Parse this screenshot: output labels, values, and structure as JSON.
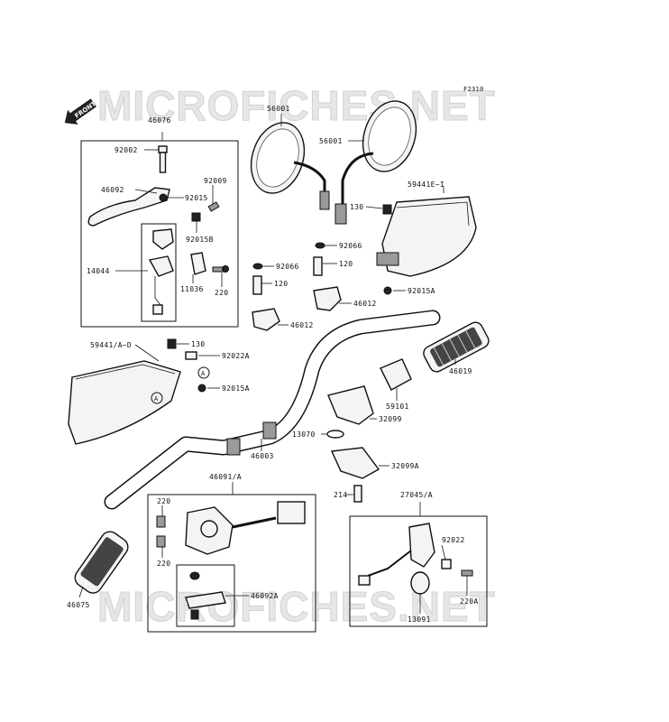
{
  "watermark": {
    "top": "MICROFICHES.NET",
    "bottom": "MICROFICHES.NET"
  },
  "figure_code": "F2310",
  "front_marker": "FRONT",
  "callout_letter": "A",
  "labels": {
    "p46076": "46076",
    "p92002": "92002",
    "p46092": "46092",
    "p92015": "92015",
    "p92009": "92009",
    "p92015B": "92015B",
    "p14044": "14044",
    "p11036": "11036",
    "p220_top": "220",
    "p56001_left": "56001",
    "p56001_right": "56001",
    "p59441E": "59441E~I",
    "p130_right": "130",
    "p92066_right": "92066",
    "p120_right": "120",
    "p92015A_right": "92015A",
    "p92066_left": "92066",
    "p120_left": "120",
    "p46012_right": "46012",
    "p46012_left": "46012",
    "p59441A": "59441/A~D",
    "p130_left": "130",
    "p92022A": "92022A",
    "p92015A_left": "92015A",
    "p46019": "46019",
    "p59101": "59101",
    "p32099": "32099",
    "p13070": "13070",
    "p46003": "46003",
    "p32099A": "32099A",
    "p46091A": "46091/A",
    "p214": "214",
    "p27045A": "27045/A",
    "p220_a": "220",
    "p220_b": "220",
    "p92022": "92022",
    "p46075": "46075",
    "p46092A": "46092A",
    "p220A": "220A",
    "p13091": "13091"
  }
}
